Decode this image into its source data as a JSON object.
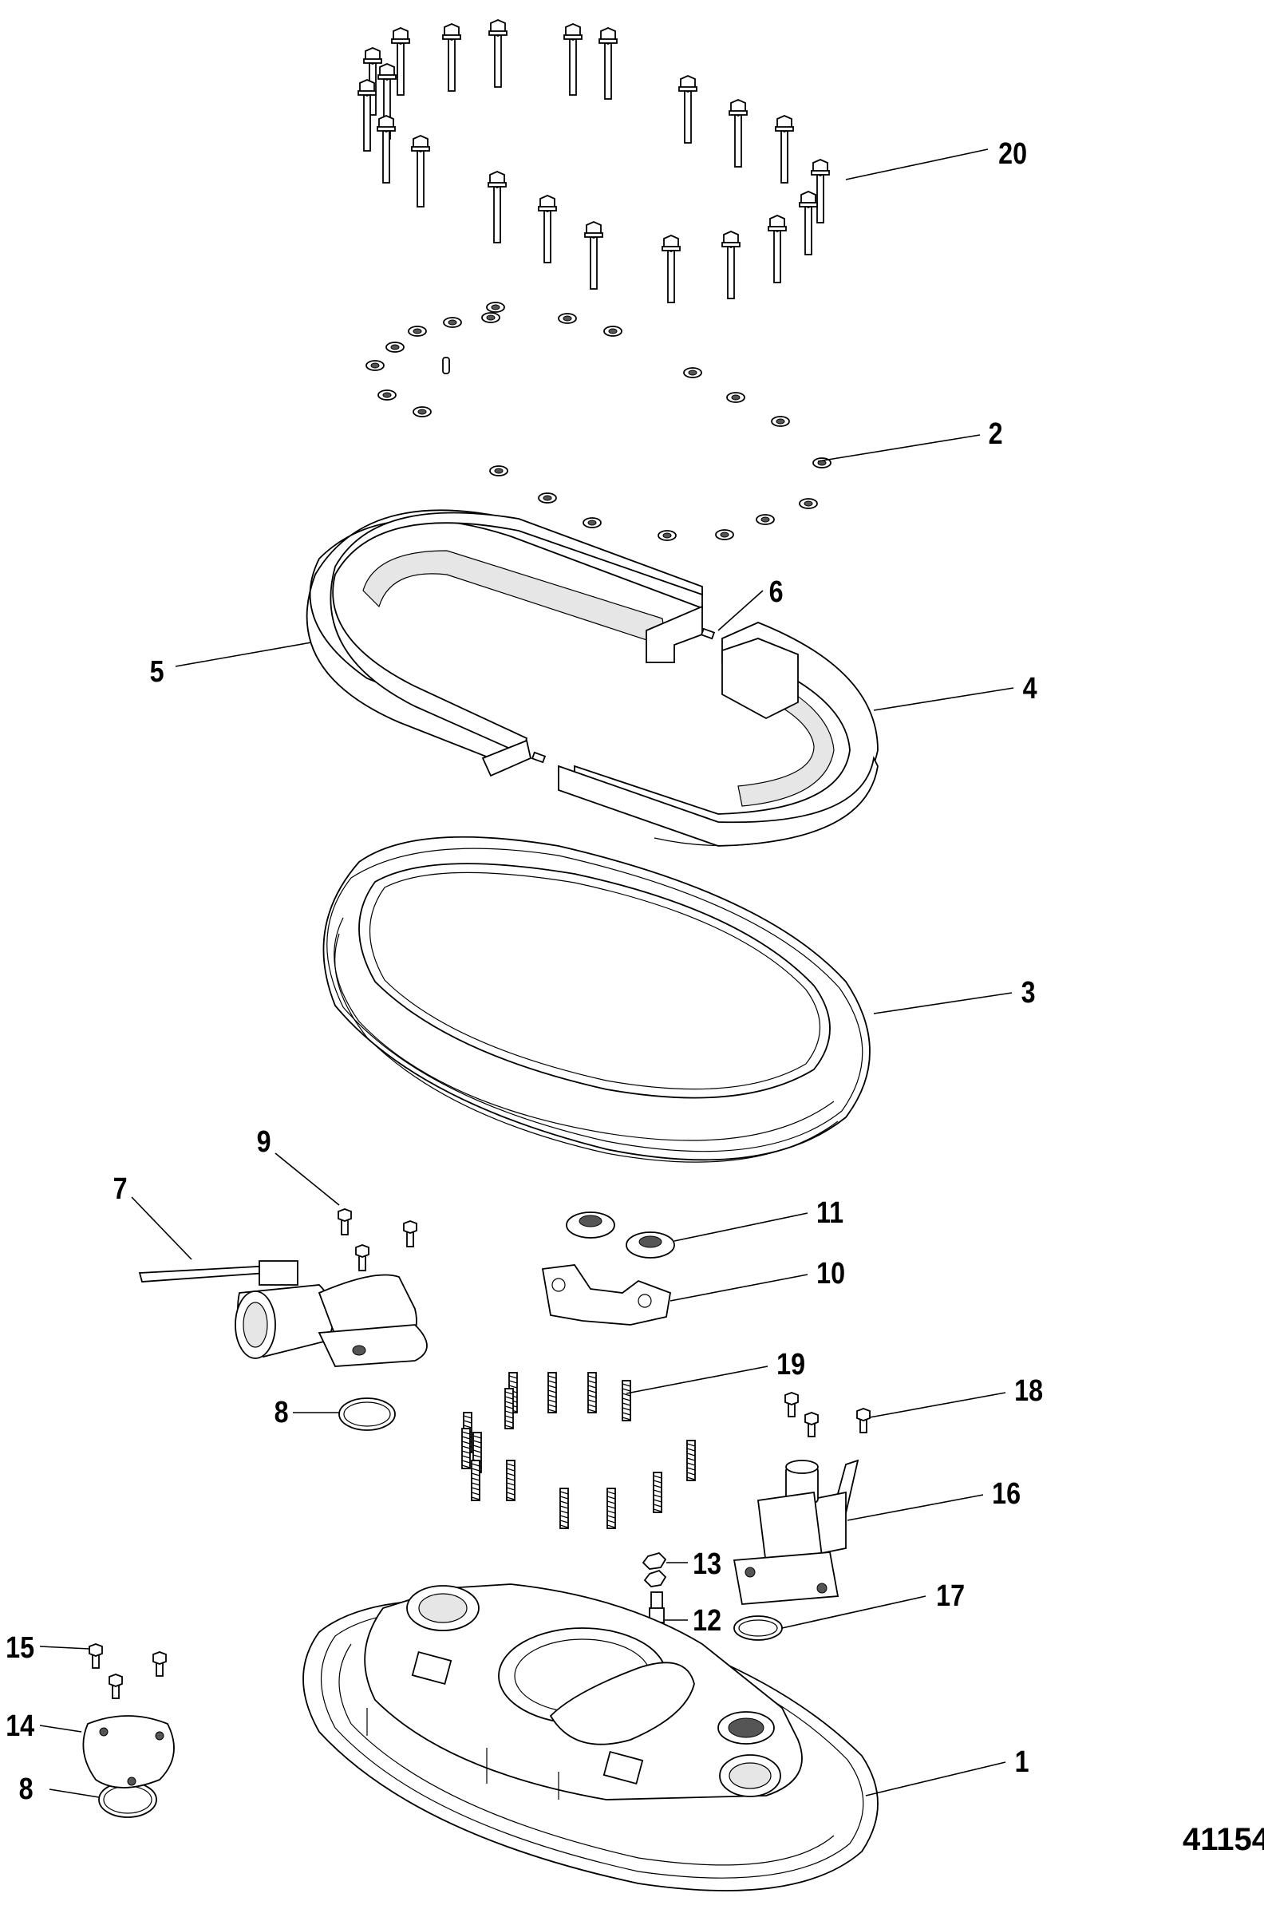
{
  "figure_number": "41154",
  "callouts": [
    {
      "label": "20"
    },
    {
      "label": "2"
    },
    {
      "label": "6"
    },
    {
      "label": "5"
    },
    {
      "label": "4"
    },
    {
      "label": "3"
    },
    {
      "label": "9"
    },
    {
      "label": "7"
    },
    {
      "label": "11"
    },
    {
      "label": "10"
    },
    {
      "label": "19"
    },
    {
      "label": "8"
    },
    {
      "label": "18"
    },
    {
      "label": "16"
    },
    {
      "label": "13"
    },
    {
      "label": "17"
    },
    {
      "label": "12"
    },
    {
      "label": "15"
    },
    {
      "label": "14"
    },
    {
      "label": "8"
    },
    {
      "label": "1"
    }
  ]
}
